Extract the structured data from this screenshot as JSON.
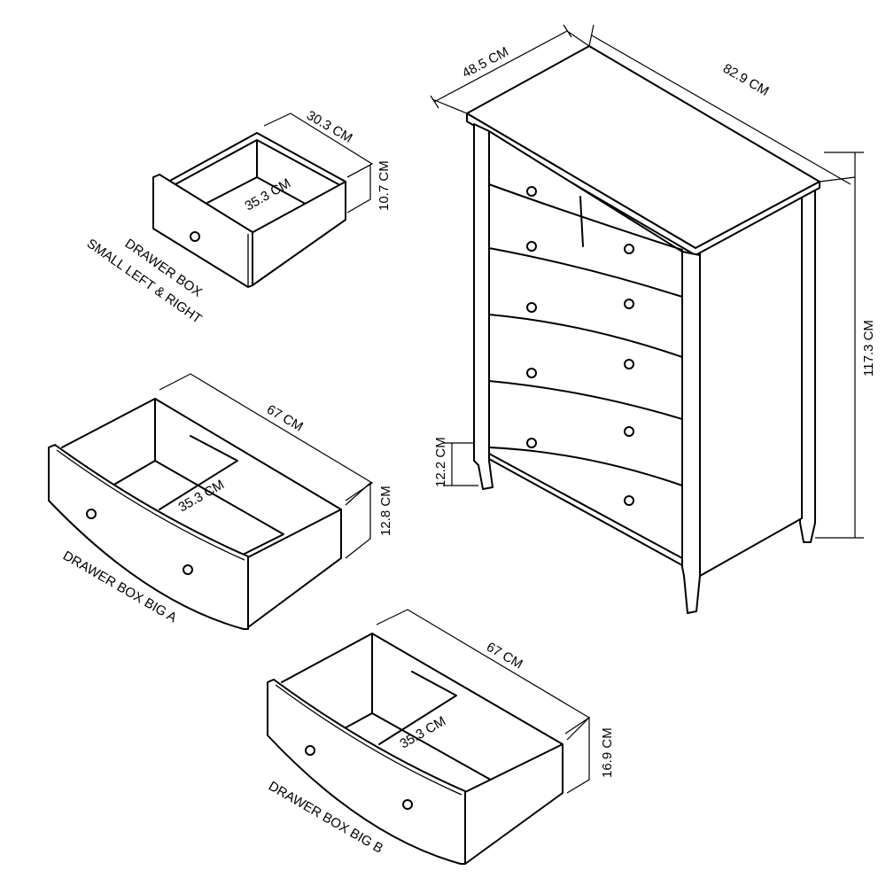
{
  "chest": {
    "depth_label": "48.5 CM",
    "width_label": "82.9 CM",
    "height_label": "117.3 CM",
    "leg_height_label": "12.2 CM"
  },
  "drawer_small": {
    "depth_label": "30.3 CM",
    "height_label": "10.7 CM",
    "width_label": "35.3 CM",
    "title_line1": "DRAWER BOX",
    "title_line2": "SMALL LEFT  & RIGHT"
  },
  "drawer_big_a": {
    "depth_label": "67 CM",
    "height_label": "12.8 CM",
    "width_label": "35.3 CM",
    "title": "DRAWER BOX  BIG A"
  },
  "drawer_big_b": {
    "depth_label": "67 CM",
    "height_label": "16.9 CM",
    "width_label": "35.3 CM",
    "title": "DRAWER BOX  BIG B"
  },
  "colors": {
    "line": "#000000",
    "background": "#ffffff"
  }
}
